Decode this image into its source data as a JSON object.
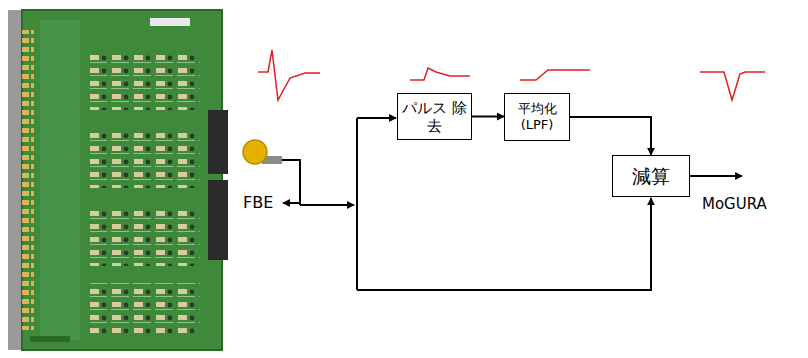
{
  "diagram": {
    "nodes": [
      {
        "text": [
          "パルス 除去"
        ]
      },
      {
        "text": [
          "平均化 (LPF)"
        ]
      },
      {
        "text": [
          "減算"
        ]
      }
    ],
    "edges": [
      {
        "from": 0,
        "to": 1,
        "arrow": "to"
      },
      {
        "from": 1,
        "to": 2,
        "arrow": "to"
      }
    ],
    "labels": [
      "FBE",
      "MoGURA"
    ]
  }
}
